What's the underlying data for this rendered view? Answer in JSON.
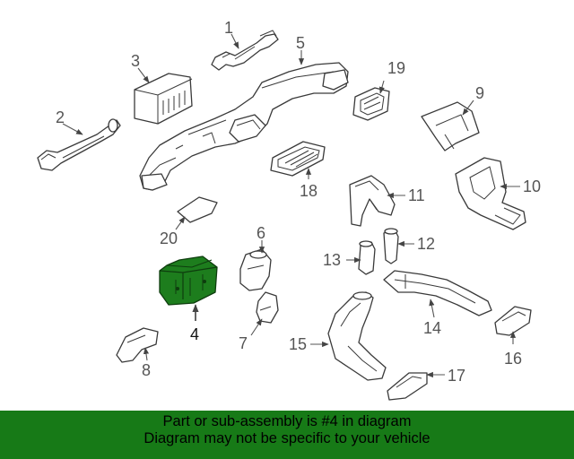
{
  "callouts": {
    "c1": "1",
    "c2": "2",
    "c3": "3",
    "c4": "4",
    "c5": "5",
    "c6": "6",
    "c7": "7",
    "c8": "8",
    "c9": "9",
    "c10": "10",
    "c11": "11",
    "c12": "12",
    "c13": "13",
    "c14": "14",
    "c15": "15",
    "c16": "16",
    "c17": "17",
    "c18": "18",
    "c19": "19",
    "c20": "20"
  },
  "highlight_color": "#1d7d1d",
  "banner": {
    "line1": "Part or sub-assembly is #4 in diagram",
    "line2": "Diagram may not be specific to your vehicle",
    "color": "#177a17"
  }
}
